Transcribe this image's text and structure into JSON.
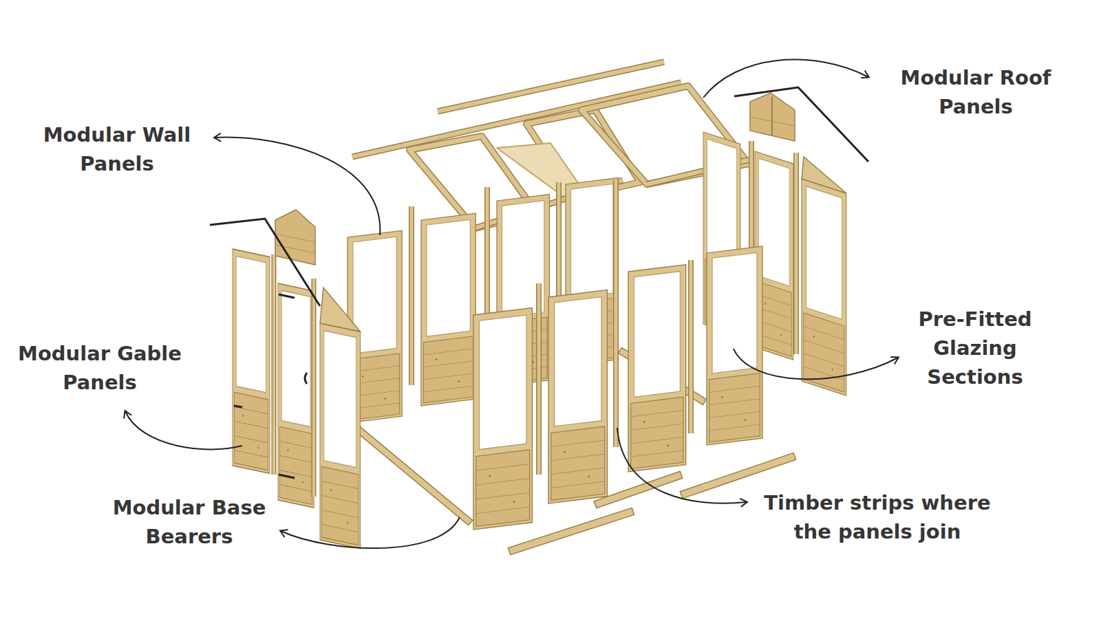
{
  "diagram": {
    "labels": [
      "Modular Wall Panels",
      "Modular Roof Panels",
      "Modular Gable Panels",
      "Pre-Fitted Glazing Sections",
      "Modular Base Bearers",
      "Timber strips where the panels join"
    ]
  }
}
